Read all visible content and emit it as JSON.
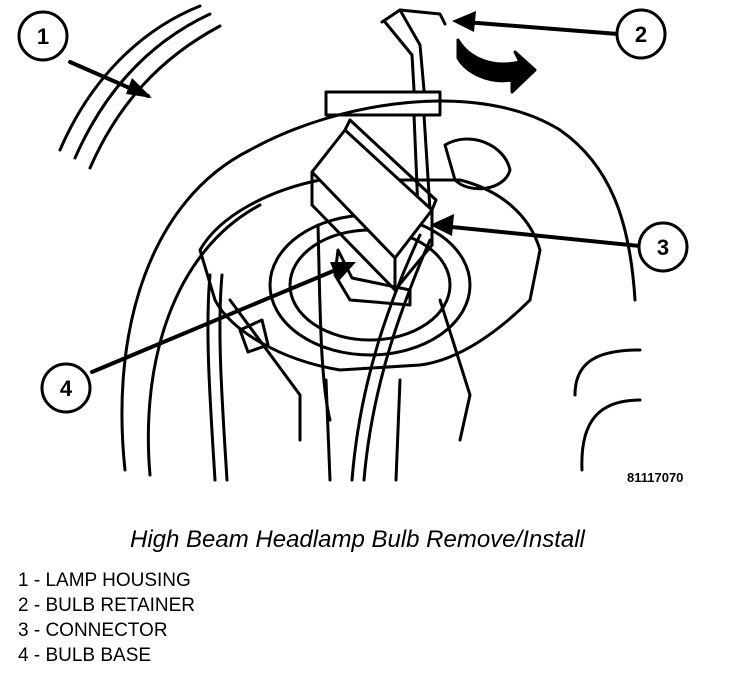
{
  "figure": {
    "id_code": "81117070",
    "caption": "High Beam Headlamp Bulb Remove/Install"
  },
  "callouts": [
    {
      "number": "1",
      "label": "LAMP HOUSING"
    },
    {
      "number": "2",
      "label": "BULB RETAINER"
    },
    {
      "number": "3",
      "label": "CONNECTOR"
    },
    {
      "number": "4",
      "label": "BULB BASE"
    }
  ],
  "legend": [
    "1 - LAMP HOUSING",
    "2 - BULB RETAINER",
    "3 - CONNECTOR",
    "4 - BULB BASE"
  ]
}
